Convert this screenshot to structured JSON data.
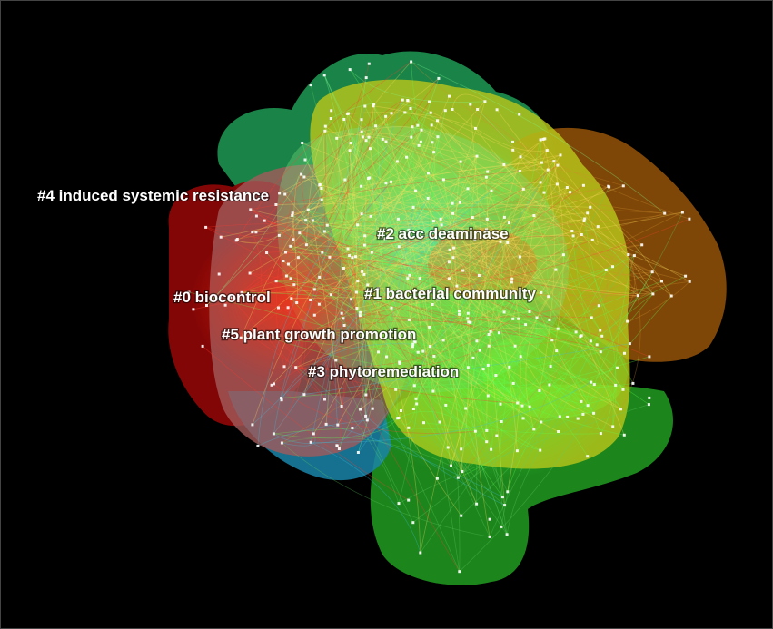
{
  "clusters": [
    {
      "id": "cluster-0",
      "label": "#0 biocontrol",
      "color": "#b30f0f"
    },
    {
      "id": "cluster-1",
      "label": "#1 bacterial community",
      "color": "#e0a010"
    },
    {
      "id": "cluster-2",
      "label": "#2 acc deaminase",
      "color": "#c8d020"
    },
    {
      "id": "cluster-3",
      "label": "#3 phytoremediation",
      "color": "#2aa02a"
    },
    {
      "id": "cluster-4",
      "label": "#4 induced systemic resistance",
      "color": "#2f9e8a"
    },
    {
      "id": "cluster-5",
      "label": "#5 plant growth promotion",
      "color": "#b86a6a"
    }
  ],
  "colors": {
    "background": "#000000",
    "label_text": "#ffffff",
    "node_fill": "#ffffff"
  }
}
